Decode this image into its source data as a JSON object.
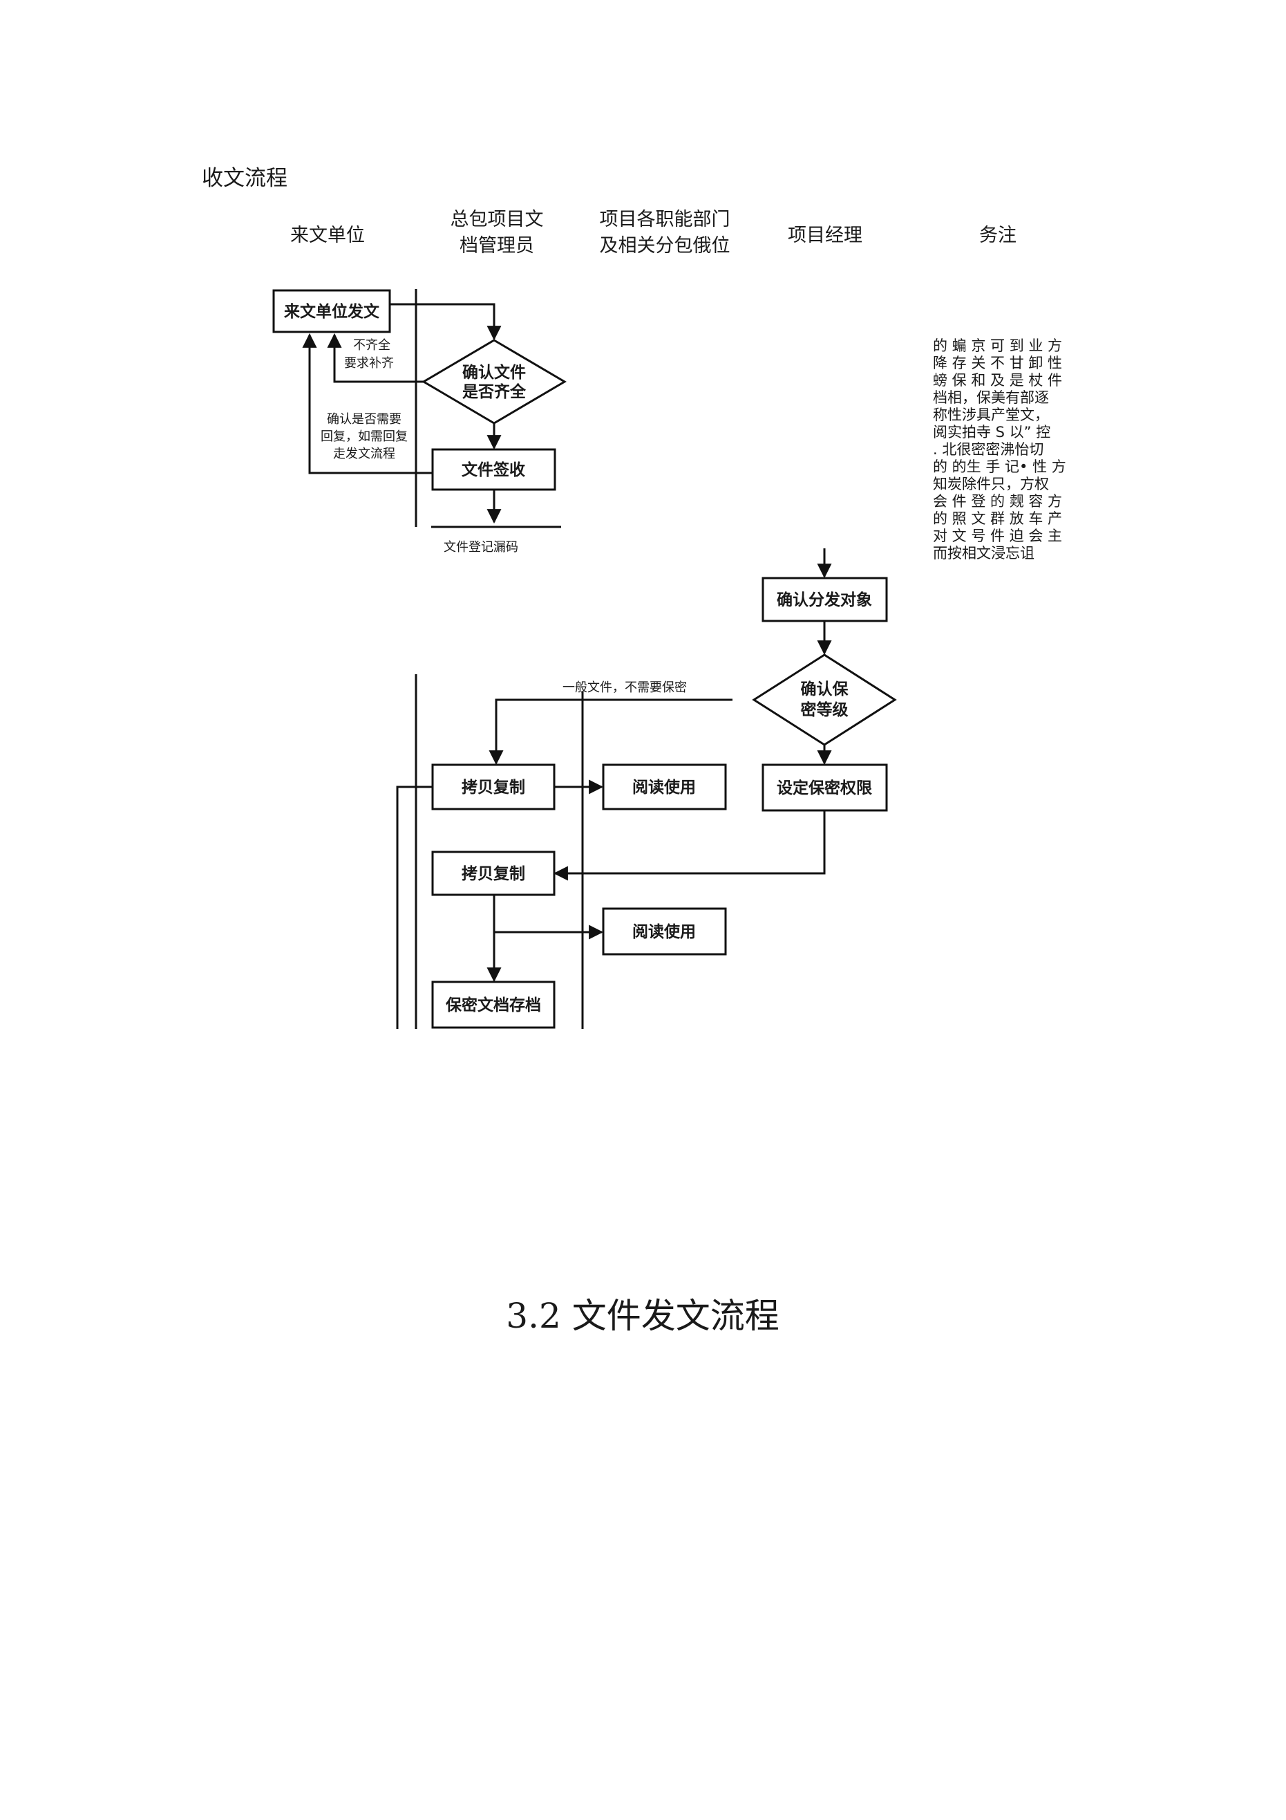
{
  "section_title": "收文流程",
  "columns": {
    "col1": [
      "来文单位"
    ],
    "col2": [
      "总包项目文",
      "档管理员"
    ],
    "col3": [
      "项目各职能部门",
      "及相关分包俄位"
    ],
    "col4": [
      "项目经理"
    ],
    "col5": [
      "务注"
    ]
  },
  "remarks_lines": [
    "的 蝙 京 可 到 业 方",
    "降 存 关 不 甘 卸 性",
    "螃 保 和 及 是 杖 件",
    "档相，保美有部逐",
    "称性涉具产堂文，",
    "阅实拍寺 S 以” 控",
    ". 北很密密沸怡切",
    "的 的生 手 记• 性 方",
    "知炭除件只，方权",
    "会 件 登 的 觌 容 方",
    "的 照 文 群 放 车 产",
    "对 文 号 件 迫 会 主",
    "而按相文浸忘诅"
  ],
  "nodes": {
    "source_dispatch": "来文单位发文",
    "confirm_complete": [
      "确认文件",
      "是否齐全"
    ],
    "sign_receipt": "文件签收",
    "confirm_recipients": "确认分发对象",
    "confirm_secrecy": [
      "确认保",
      "密等级"
    ],
    "copy_1": "拷贝复制",
    "read_use_1": "阅读使用",
    "set_permissions": "设定保密权限",
    "copy_2": "拷贝复制",
    "read_use_2": "阅读使用",
    "archive_secret": "保密文档存档"
  },
  "edge_labels": {
    "incomplete": [
      "不齐全",
      "要求补齐"
    ],
    "reply_check": [
      "确认是否需要",
      "回复，如需回复",
      "走发文流程"
    ],
    "registration": "文件登记漏码",
    "general_file": "一般文件，不需要保密"
  },
  "heading": "3.2 文件发文流程"
}
